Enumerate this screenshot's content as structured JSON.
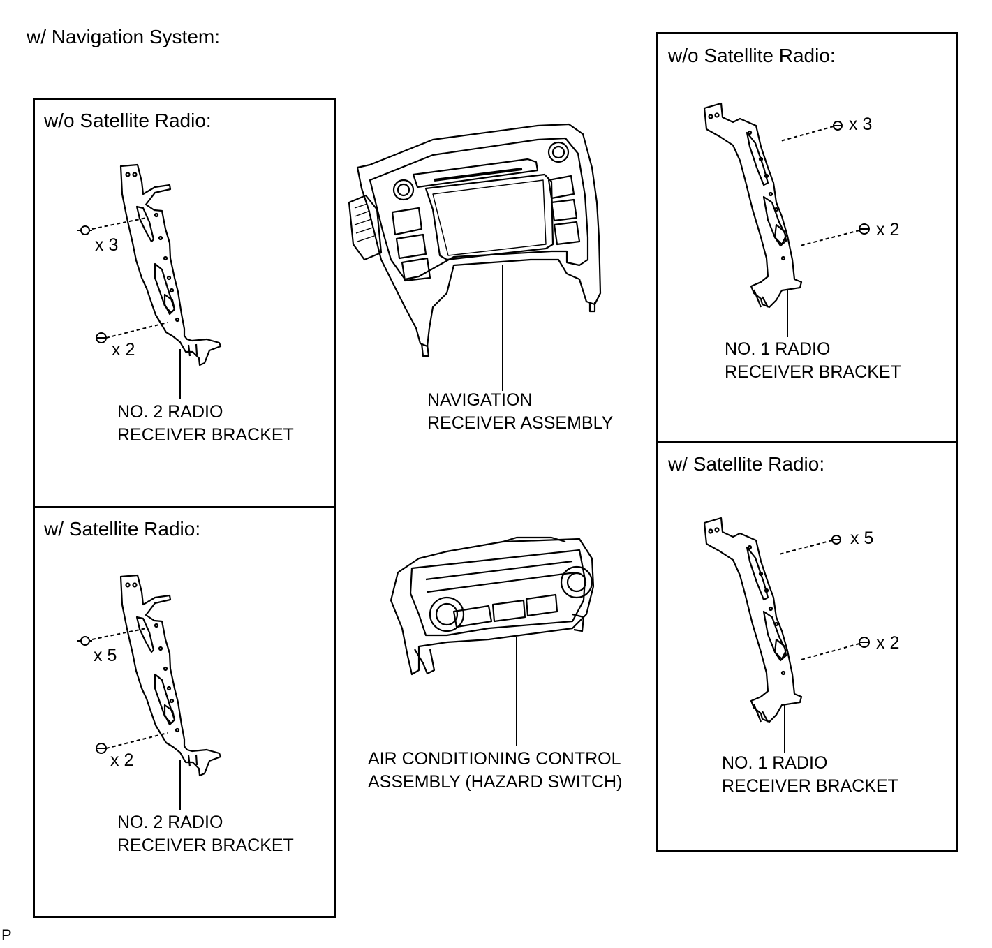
{
  "page_title": "w/ Navigation System:",
  "footer_code": "P",
  "left_panels": [
    {
      "heading": "w/o Satellite Radio:",
      "count_top": "x 3",
      "count_bottom": "x 2",
      "part_label": [
        "NO. 2 RADIO",
        "RECEIVER BRACKET"
      ]
    },
    {
      "heading": "w/ Satellite Radio:",
      "count_top": "x 5",
      "count_bottom": "x 2",
      "part_label": [
        "NO. 2 RADIO",
        "RECEIVER BRACKET"
      ]
    }
  ],
  "right_panels": [
    {
      "heading": "w/o Satellite Radio:",
      "count_top": "x 3",
      "count_bottom": "x 2",
      "part_label": [
        "NO. 1 RADIO",
        "RECEIVER BRACKET"
      ]
    },
    {
      "heading": "w/ Satellite Radio:",
      "count_top": "x 5",
      "count_bottom": "x 2",
      "part_label": [
        "NO. 1 RADIO",
        "RECEIVER BRACKET"
      ]
    }
  ],
  "center": {
    "navigation_label": [
      "NAVIGATION",
      "RECEIVER ASSEMBLY"
    ],
    "ac_label": [
      "AIR CONDITIONING CONTROL",
      "ASSEMBLY (HAZARD SWITCH)"
    ]
  }
}
